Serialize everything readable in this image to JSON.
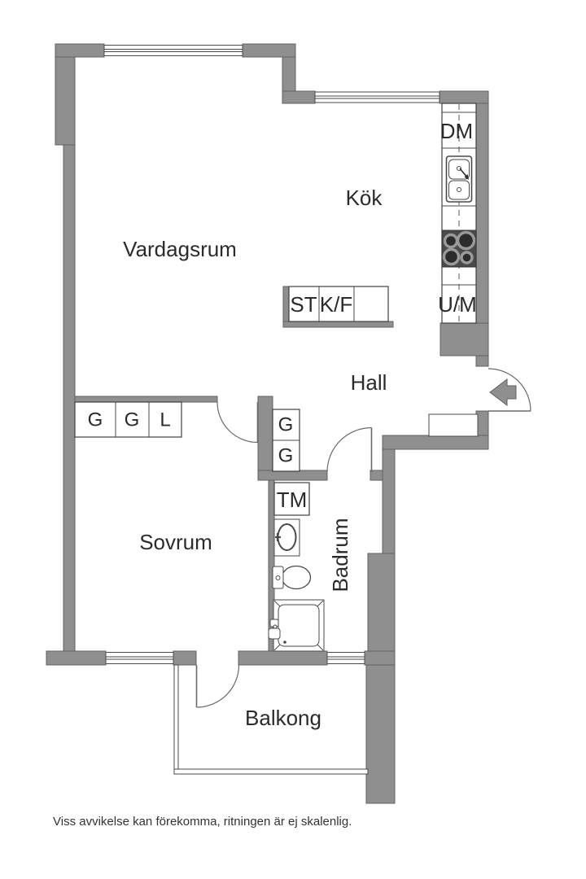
{
  "rooms": {
    "vardagsrum": "Vardagsrum",
    "kok": "Kök",
    "hall": "Hall",
    "sovrum": "Sovrum",
    "badrum": "Badrum",
    "balkong": "Balkong"
  },
  "appliances": {
    "dm": "DM",
    "um": "U/M",
    "st": "ST",
    "kf": "K/F",
    "tm": "TM"
  },
  "closets": {
    "sovrum": [
      "G",
      "G",
      "L"
    ],
    "hall": [
      "G",
      "G"
    ]
  },
  "footer": {
    "disclaimer": "Viss avvikelse kan förekomma, ritningen är ej skalenlig."
  },
  "colors": {
    "wall": "#8f8f8f",
    "wall_outline": "#606060",
    "line": "#4a4a4a",
    "stove": "#4a4a4a",
    "text": "#2b2b2b"
  }
}
